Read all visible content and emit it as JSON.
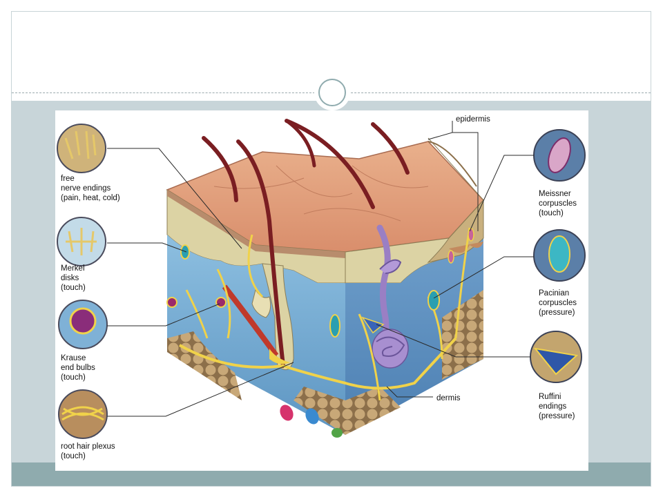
{
  "labels": {
    "free_nerve_endings": "free\nnerve endings\n(pain, heat, cold)",
    "merkel_disks": "Merkel\ndisks\n(touch)",
    "krause_end_bulbs": "Krause\nend bulbs\n(touch)",
    "root_hair_plexus": "root hair plexus\n(touch)",
    "epidermis": "epidermis",
    "dermis": "dermis",
    "meissner_corpuscles": "Meissner\ncorpuscles\n(touch)",
    "pacinian_corpuscles": "Pacinian\ncorpuscles\n(pressure)",
    "ruffini_endings": "Ruffini\nendings\n(pressure)"
  },
  "colors": {
    "band": "#c8d5d9",
    "bottom_bar": "#8fabae",
    "skin_surface": "#e2a07e",
    "epidermis": "#d9cf9e",
    "dermis_blue": "#74a8cf",
    "hair": "#7a1e22",
    "nerve": "#f0d24a",
    "fat": "#b99a6c",
    "gland": "#9a7fc4"
  }
}
